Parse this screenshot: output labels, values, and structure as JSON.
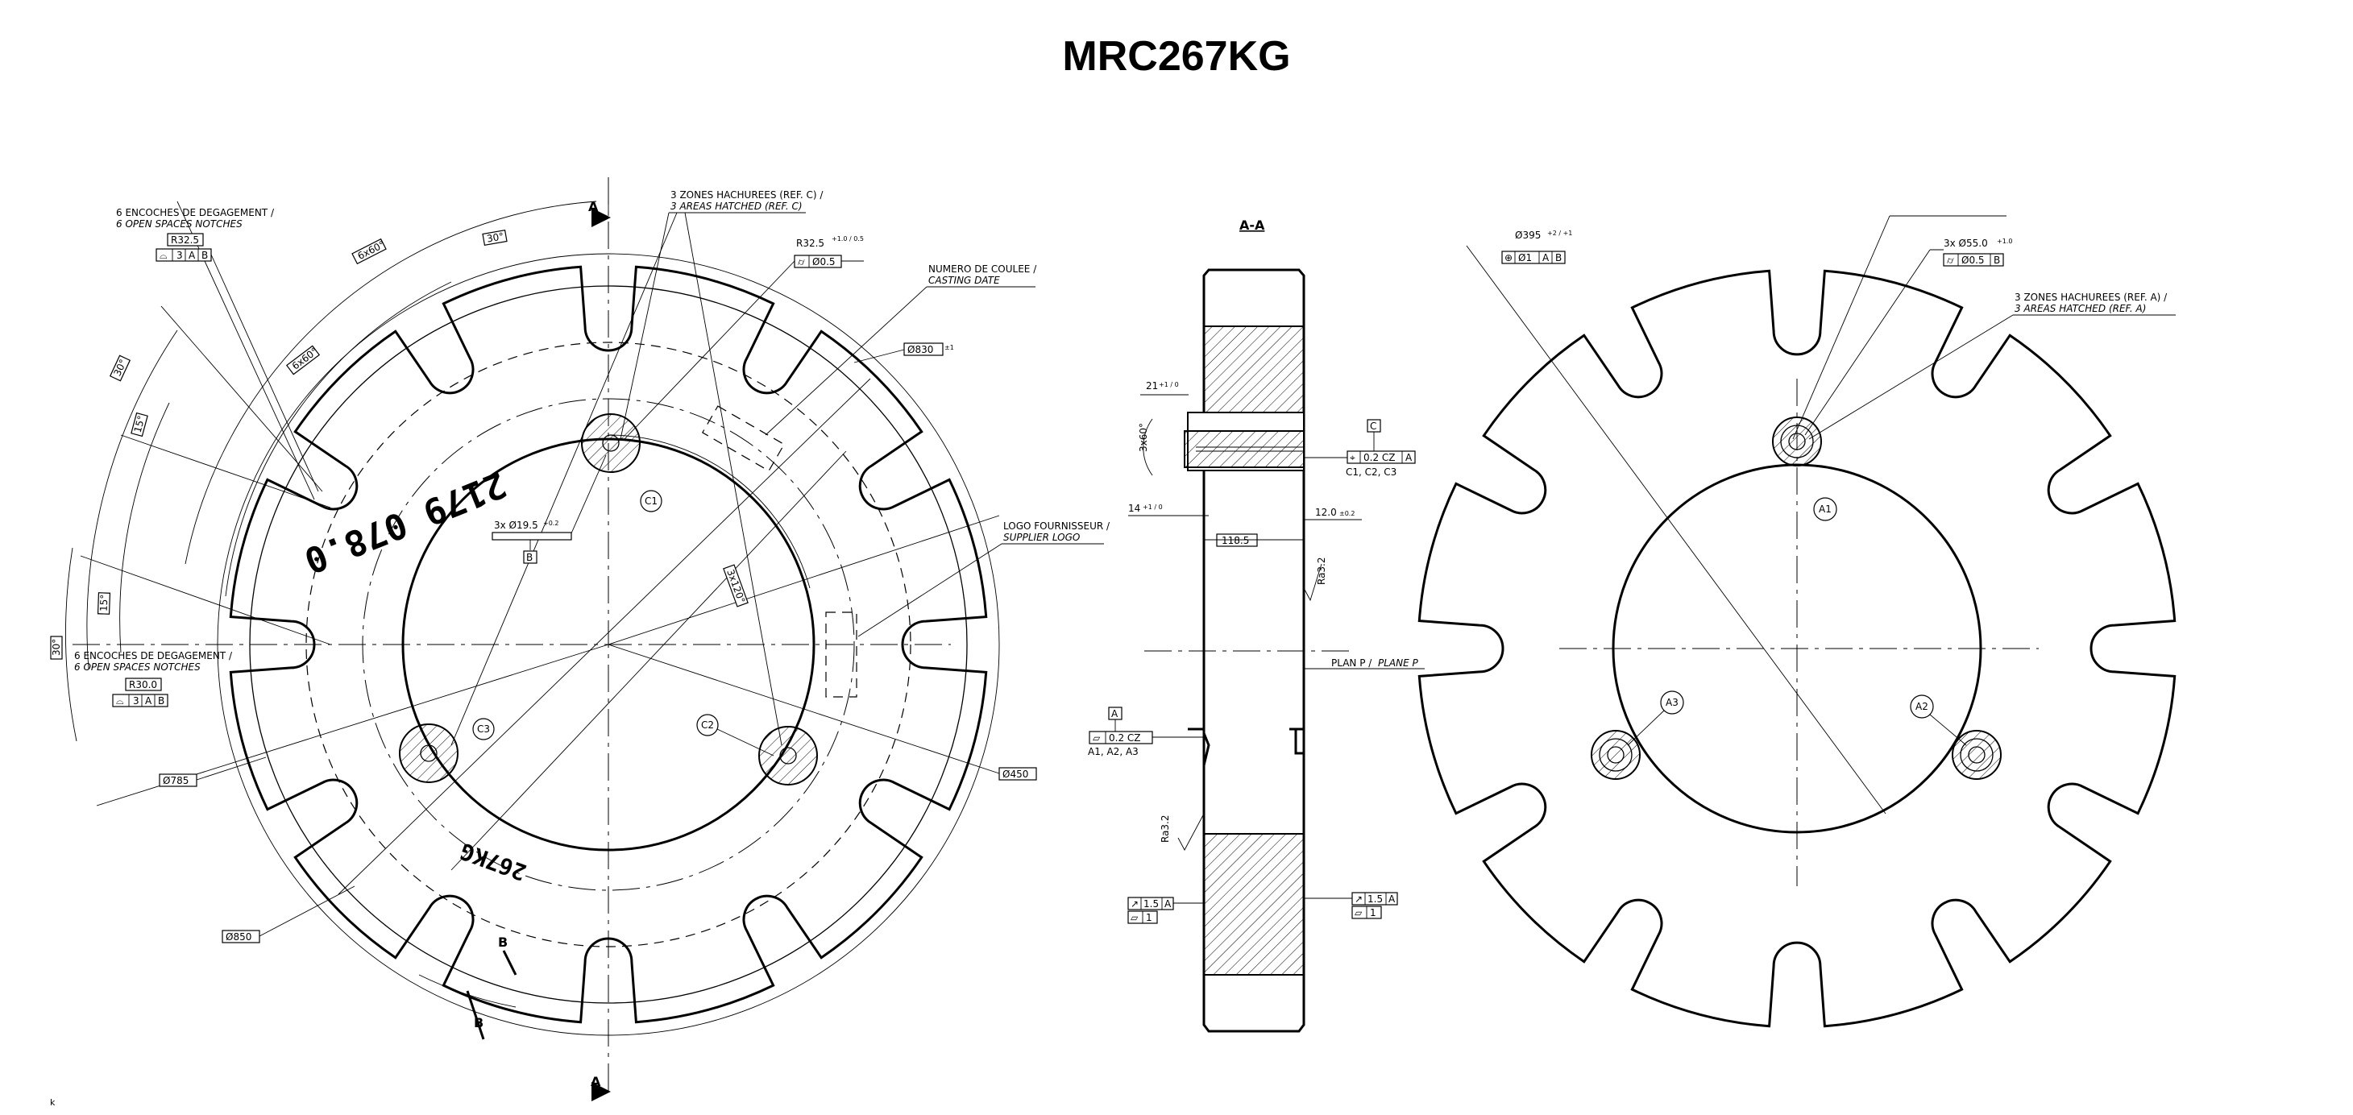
{
  "title": "MRC267KG",
  "section_marks": {
    "a": "A",
    "b": "B",
    "section_title": "A-A"
  },
  "left_view": {
    "notch_note_top_fr": "6 ENCOCHES DE DEGAGEMENT /",
    "notch_note_top_en": "6 OPEN SPACES NOTCHES",
    "notch_note_top_radius": "R32.5",
    "notch_note_top_fcf": [
      "⌓",
      "3",
      "A",
      "B"
    ],
    "notch_note_bot_fr": "6 ENCOCHES DE DEGAGEMENT /",
    "notch_note_bot_en": "6 OPEN SPACES NOTCHES",
    "notch_note_bot_radius": "R30.0",
    "notch_note_bot_fcf": [
      "⌓",
      "3",
      "A",
      "B"
    ],
    "angle_6x60_a": "6x60°",
    "angle_6x60_b": "6x60°",
    "angle_30_top": "30°",
    "angle_30_left": "30°",
    "angle_15_left": "15°",
    "angle_15_bot": "15°",
    "angle_30_bot": "30°",
    "angle_3x120": "3x120°",
    "zones_fr": "3 ZONES HACHUREES (REF. C) /",
    "zones_en": "3 AREAS HATCHED (REF. C)",
    "r325_label": "R32.5",
    "r325_tol": "+1.0 / 0.5",
    "r325_fcf": [
      "⌭",
      "Ø0.5"
    ],
    "casting_fr": "NUMERO DE COULEE /",
    "casting_en": "CASTING DATE",
    "d830": "Ø830",
    "d830_tol": "±1",
    "logo_fr": "LOGO FOURNISSEUR /",
    "logo_en": "SUPPLIER LOGO",
    "hole_label": "3x Ø19.5",
    "hole_tol": "+0.2",
    "datum_b": "B",
    "d785": "Ø785",
    "d450": "Ø450",
    "d850": "Ø850",
    "bubble_c1": "C1",
    "bubble_c2": "C2",
    "bubble_c3": "C3",
    "stamp_main": "2179 078.0",
    "stamp_small": "267KG",
    "small_mark": "k"
  },
  "section_view": {
    "dim_21": "21",
    "dim_21_tol": "+1 / 0",
    "chamfer": "3x60°",
    "dim_14": "14",
    "dim_14_tol": "+1 / 0",
    "dim_1185": "118.5",
    "dim_120": "12.0",
    "dim_120_tol": "±0.2",
    "ra32_top": "Ra3.2",
    "ra32_bot": "Ra3.2",
    "datum_c": "C",
    "fcf_c": [
      "⌖",
      "0.2 CZ",
      "A"
    ],
    "fcf_c_note": "C1, C2, C3",
    "datum_a": "A",
    "fcf_a": [
      "⏥",
      "0.2 CZ"
    ],
    "fcf_a_note": "A1, A2, A3",
    "plan_fr": "PLAN P /",
    "plan_en": "PLANE P",
    "runout_left": [
      "↗",
      "1.5",
      "A"
    ],
    "flat_left": [
      "⏥",
      "1"
    ],
    "runout_right": [
      "↗",
      "1.5",
      "A"
    ],
    "flat_right": [
      "⏥",
      "1"
    ]
  },
  "right_view": {
    "d395": "Ø395",
    "d395_tol": "+2 / +1",
    "d395_fcf": [
      "⊕",
      "Ø1",
      "A",
      "B"
    ],
    "d55_label": "3x Ø55.0",
    "d55_tol": "+1.0",
    "d55_fcf": [
      "⌭",
      "Ø0.5",
      "B"
    ],
    "zones_fr": "3 ZONES HACHUREES (REF. A) /",
    "zones_en": "3 AREAS HATCHED (REF. A)",
    "bubble_a1": "A1",
    "bubble_a2": "A2",
    "bubble_a3": "A3"
  }
}
